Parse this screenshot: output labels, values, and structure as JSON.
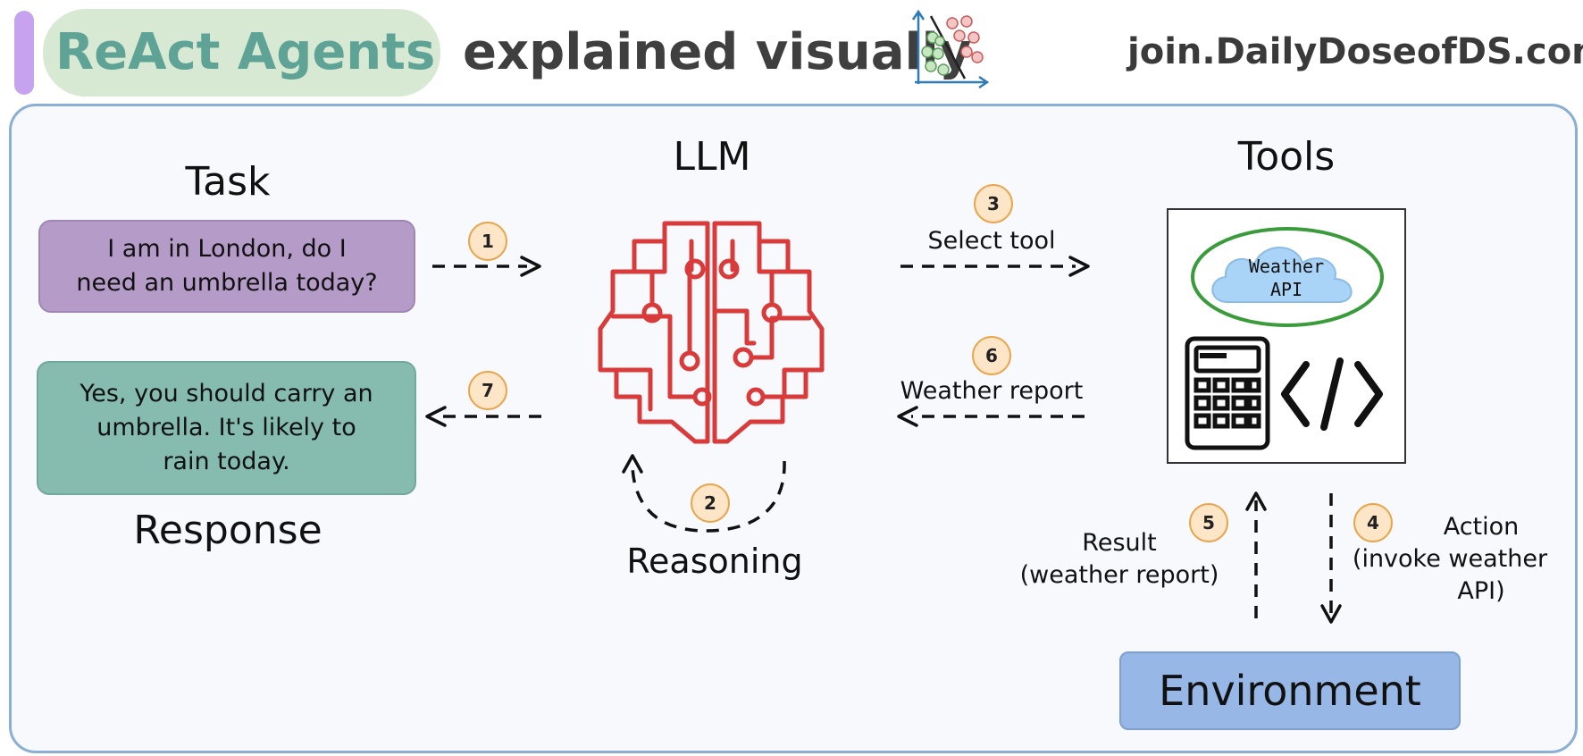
{
  "header": {
    "title_accent": "ReAct Agents",
    "title_rest": "explained visually",
    "site": "join.DailyDoseofDS.com"
  },
  "sections": {
    "task": "Task",
    "llm": "LLM",
    "tools": "Tools",
    "response": "Response",
    "reasoning": "Reasoning"
  },
  "task_text": [
    "I am in London, do I",
    "need an umbrella today?"
  ],
  "response_text": [
    "Yes, you should carry an",
    "umbrella. It's likely to",
    "rain today."
  ],
  "tools": {
    "weather_api": [
      "Weather",
      "API"
    ]
  },
  "steps": {
    "s1": "1",
    "s2": "2",
    "s3": "3",
    "s4": "4",
    "s5": "5",
    "s6": "6",
    "s7": "7"
  },
  "labels": {
    "select_tool": "Select tool",
    "weather_report": "Weather report",
    "result": [
      "Result",
      "(weather report)"
    ],
    "action": [
      "Action",
      "(invoke weather",
      "API)"
    ]
  },
  "environment": "Environment",
  "colors": {
    "accent_purple": "#c7a2ef",
    "title_green": "#5fa396",
    "task_box": "#b59bc8",
    "response_box": "#86bcaf",
    "environment_box": "#97b7e6",
    "brain_red": "#d93a3a",
    "cloud_blue": "#a9d3f7",
    "cloud_ring_green": "#3a9b3a",
    "badge_fill": "#fde5c8",
    "badge_border": "#e9a449",
    "panel_border": "#8aaed6"
  }
}
